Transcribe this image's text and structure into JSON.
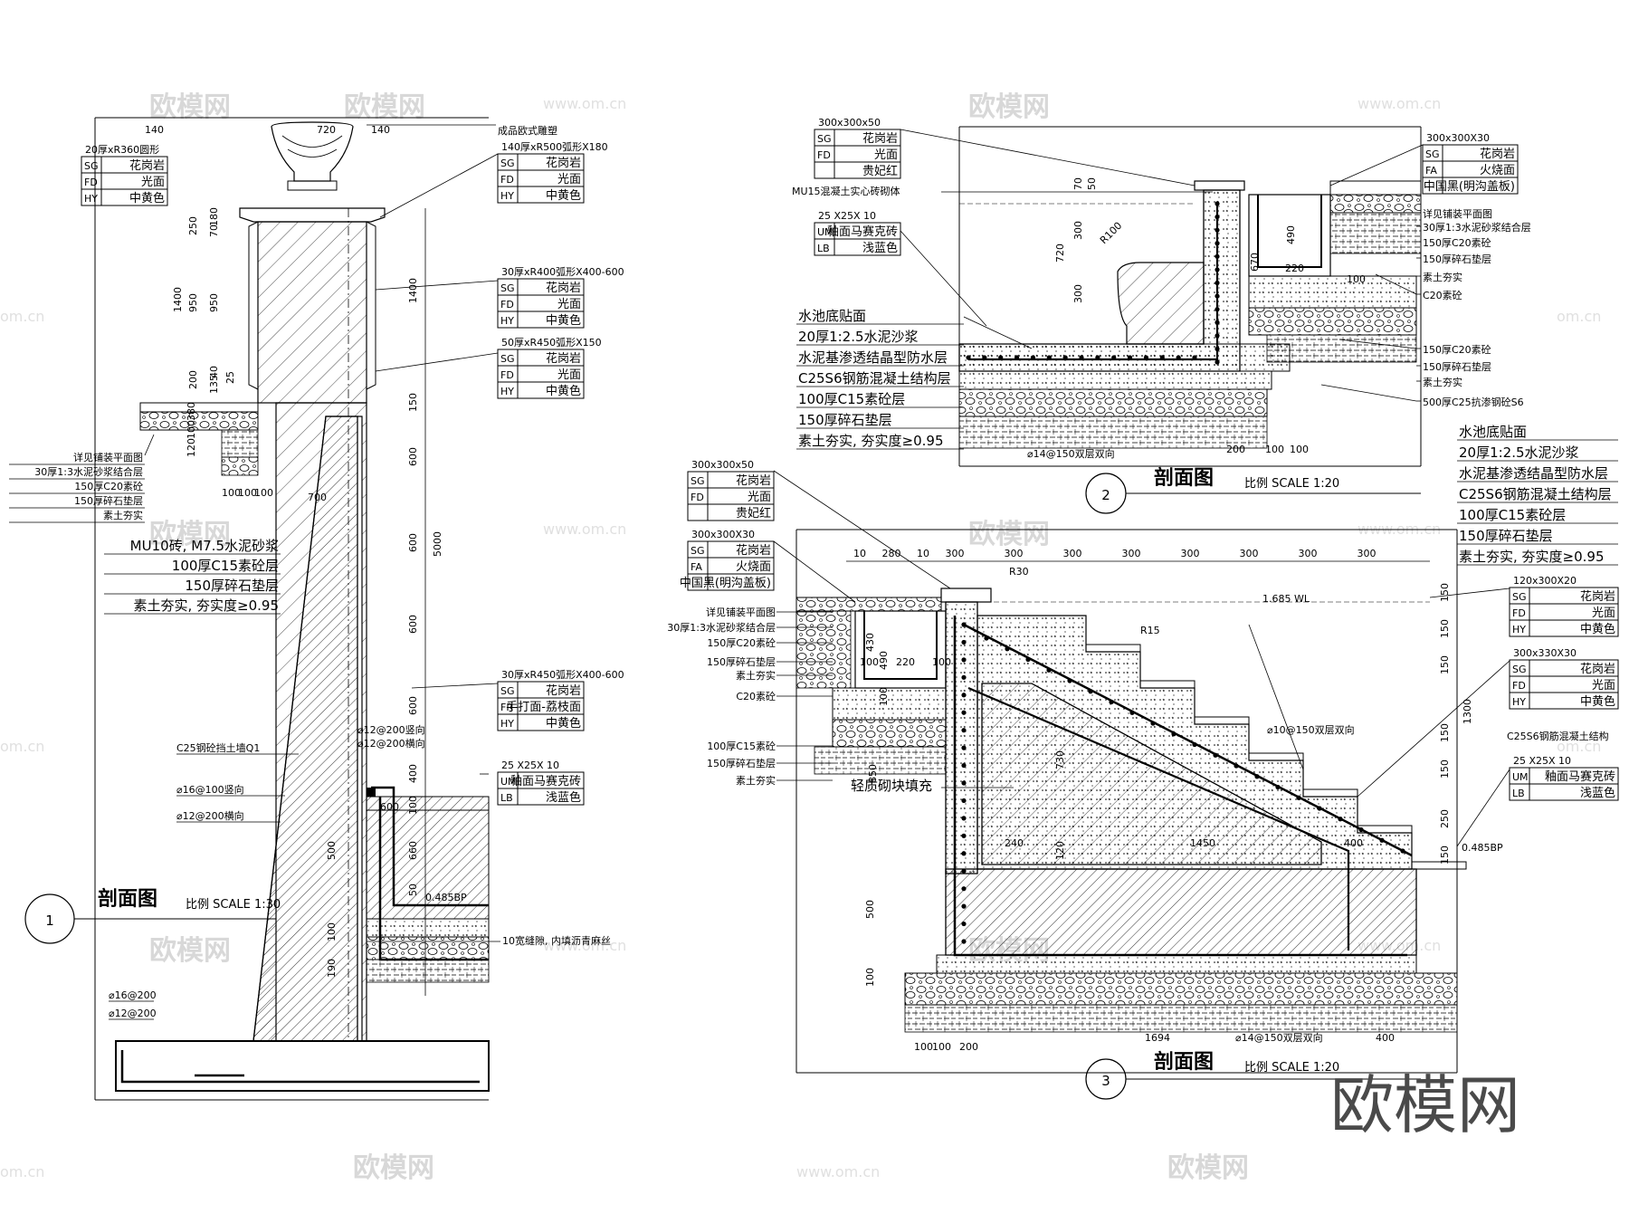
{
  "brand_text": "欧模网",
  "watermarks": [
    "欧模网",
    "www.om.cn",
    "om.cn"
  ],
  "scale_label_1_30": "比例 SCALE 1:30",
  "scale_label_1_20": "比例 SCALE 1:20",
  "section_title": "剖面图",
  "detail1": {
    "number": "1",
    "callouts_right": [
      {
        "title": "成品欧式雕塑",
        "rows": []
      },
      {
        "title": "140厚xR500弧形X180",
        "rows": [
          [
            "SG",
            "花岗岩"
          ],
          [
            "FD",
            "光面"
          ],
          [
            "HY",
            "中黄色"
          ]
        ]
      },
      {
        "title": "30厚xR400弧形X400-600",
        "rows": [
          [
            "SG",
            "花岗岩"
          ],
          [
            "FD",
            "光面"
          ],
          [
            "HY",
            "中黄色"
          ]
        ]
      },
      {
        "title": "50厚xR450弧形X150",
        "rows": [
          [
            "SG",
            "花岗岩"
          ],
          [
            "FD",
            "光面"
          ],
          [
            "HY",
            "中黄色"
          ]
        ]
      },
      {
        "title": "30厚xR450弧形X400-600",
        "rows": [
          [
            "SG",
            "花岗岩"
          ],
          [
            "FR",
            "手打面-荔枝面"
          ],
          [
            "HY",
            "中黄色"
          ]
        ]
      },
      {
        "title": "25 X25X 10",
        "rows": [
          [
            "UM",
            "釉面马赛克砖"
          ],
          [
            "LB",
            "浅蓝色"
          ]
        ]
      }
    ],
    "callout_left": {
      "title": "20厚xR360圆形",
      "rows": [
        [
          "SG",
          "花岗岩"
        ],
        [
          "FD",
          "光面"
        ],
        [
          "HY",
          "中黄色"
        ]
      ]
    },
    "notes_left": [
      "详见铺装平面图",
      "30厚1:3水泥砂浆结合层",
      "150厚C20素砼",
      "150厚碎石垫层",
      "素土夯实"
    ],
    "notes_mid": [
      "MU10砖, M7.5水泥砂浆",
      "100厚C15素砼层",
      "150厚碎石垫层",
      "素土夯实, 夯实度≥0.95"
    ],
    "labels": [
      "C25钢砼挡土墙Q1",
      "⌀16@100竖向",
      "⌀12@200横向",
      "⌀12@200竖向",
      "⌀12@200横向",
      "⌀16@200",
      "⌀12@200",
      "10宽缝隙, 内填沥青麻丝",
      "0.485BP"
    ],
    "dims": [
      "140",
      "720",
      "140",
      "250",
      "70",
      "180",
      "1400",
      "950",
      "950",
      "200",
      "135",
      "40",
      "25",
      "100",
      "120",
      "380",
      "100",
      "100",
      "100",
      "700",
      "1400",
      "150",
      "600",
      "600",
      "600",
      "5000",
      "600",
      "400",
      "100",
      "660",
      "500",
      "100",
      "190",
      "600",
      "50",
      "100"
    ]
  },
  "detail2": {
    "number": "2",
    "callout_left": {
      "title": "300x300x50",
      "rows": [
        [
          "SG",
          "花岗岩"
        ],
        [
          "FD",
          "光面"
        ],
        [
          "",
          "贵妃红"
        ]
      ]
    },
    "note_brick": "MU15混凝土实心砖砌体",
    "callout_mosaic": {
      "title": "25 X25X 10",
      "rows": [
        [
          "UM",
          "釉面马赛克砖"
        ],
        [
          "LB",
          "浅蓝色"
        ]
      ]
    },
    "pool_notes": [
      "水池底贴面",
      "20厚1:2.5水泥沙浆",
      "水泥基渗透结晶型防水层",
      "C25S6钢筋混凝土结构层",
      "100厚C15素砼层",
      "150厚碎石垫层",
      "素土夯实, 夯实度≥0.95"
    ],
    "callout_right": {
      "title": "300x300X30",
      "rows": [
        [
          "SG",
          "花岗岩"
        ],
        [
          "FA",
          "火烧面"
        ],
        [
          "",
          "中国黑(明沟盖板)"
        ]
      ]
    },
    "notes_right": [
      "详见铺装平面图",
      "30厚1:3水泥砂浆结合层",
      "150厚C20素砼",
      "150厚碎石垫层",
      "素土夯实",
      "C20素砼",
      "150厚C20素砼",
      "150厚碎石垫层",
      "素土夯实",
      "500厚C25抗渗钢砼S6"
    ],
    "rebar": "⌀14@150双层双向",
    "dims": [
      "70",
      "50",
      "300",
      "720",
      "R100",
      "300",
      "490",
      "670",
      "220",
      "100",
      "200",
      "100",
      "100"
    ]
  },
  "detail3": {
    "number": "3",
    "callout_a": {
      "title": "300x300x50",
      "rows": [
        [
          "SG",
          "花岗岩"
        ],
        [
          "FD",
          "光面"
        ],
        [
          "",
          "贵妃红"
        ]
      ]
    },
    "callout_b": {
      "title": "300x300X30",
      "rows": [
        [
          "SG",
          "花岗岩"
        ],
        [
          "FA",
          "火烧面"
        ],
        [
          "",
          "中国黑(明沟盖板)"
        ]
      ]
    },
    "notes_left": [
      "详见铺装平面图",
      "30厚1:3水泥砂浆结合层",
      "150厚C20素砼",
      "150厚碎石垫层",
      "素土夯实",
      "C20素砼",
      "100厚C15素砼",
      "150厚碎石垫层",
      "素土夯实"
    ],
    "fill_label": "轻质砌块填充",
    "pool_notes": [
      "水池底贴面",
      "20厚1:2.5水泥沙浆",
      "水泥基渗透结晶型防水层",
      "C25S6钢筋混凝土结构层",
      "100厚C15素砼层",
      "150厚碎石垫层",
      "素土夯实, 夯实度≥0.95"
    ],
    "callout_c": {
      "title": "120x300X20",
      "rows": [
        [
          "SG",
          "花岗岩"
        ],
        [
          "FD",
          "光面"
        ],
        [
          "HY",
          "中黄色"
        ]
      ]
    },
    "callout_d": {
      "title": "300x330X30",
      "rows": [
        [
          "SG",
          "花岗岩"
        ],
        [
          "FD",
          "光面"
        ],
        [
          "HY",
          "中黄色"
        ]
      ]
    },
    "callout_e": {
      "title": "25 X25X 10",
      "rows": [
        [
          "UM",
          "釉面马赛克砖"
        ],
        [
          "LB",
          "浅蓝色"
        ]
      ]
    },
    "labels": [
      "C25S6钢筋混凝土结构",
      "⌀10@150双层双向",
      "⌀14@150双层双向",
      "1.685 WL",
      "0.485BP",
      "R30",
      "R15"
    ],
    "top_dims": [
      "10",
      "280",
      "10",
      "300",
      "300",
      "300",
      "300",
      "300",
      "300",
      "300",
      "300"
    ],
    "dims": [
      "430",
      "490",
      "220",
      "100",
      "100",
      "100",
      "730",
      "240",
      "1450",
      "400",
      "120",
      "500",
      "100",
      "850",
      "100",
      "100",
      "200",
      "1694",
      "400",
      "150",
      "150",
      "150",
      "1300",
      "150",
      "150",
      "250",
      "150"
    ]
  }
}
